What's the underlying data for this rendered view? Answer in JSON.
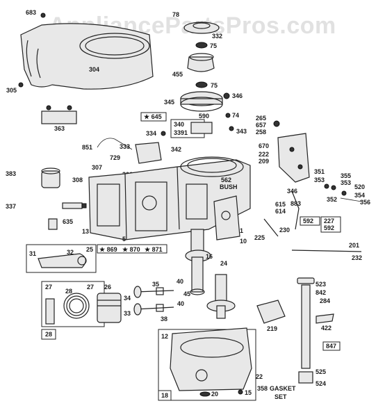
{
  "watermark": "AppliancePartsPros.com",
  "labels": {
    "l683": "683",
    "l78": "78",
    "l332": "332",
    "l75a": "75",
    "l304": "304",
    "l305": "305",
    "l455": "455",
    "l75b": "75",
    "l346": "346",
    "l345": "345",
    "l363": "363",
    "l645": "645",
    "l590": "590",
    "l74": "74",
    "l340": "340",
    "l3391": "3391",
    "l343": "343",
    "l265": "265",
    "l657": "657",
    "l258": "258",
    "l334": "334",
    "l851": "851",
    "l333": "333",
    "l729": "729",
    "l342": "342",
    "l670": "670",
    "l222": "222",
    "l209": "209",
    "l383": "383",
    "l307": "307",
    "l306": "306",
    "l308": "308",
    "l562": "562",
    "l bush": "BUSH",
    "l351": "351",
    "l353": "353",
    "l355": "355",
    "l353b": "353",
    "l520": "520",
    "l354": "354",
    "l346b": "346",
    "l352": "352",
    "l356": "356",
    "l883": "883",
    "l337": "337",
    "l615": "615",
    "l614": "614",
    "l635": "635",
    "l13": "13",
    "l5": "5",
    "l1": "1",
    "l10": "10",
    "l225": "225",
    "l230": "230",
    "l592": "592",
    "l227": "227",
    "l592b": "592",
    "l31": "31",
    "l32": "32",
    "l25": "25",
    "l869": "869",
    "l870": "870",
    "l871": "871",
    "l16": "16",
    "l24": "24",
    "l201": "201",
    "l232": "232",
    "l27": "27",
    "l28": "28",
    "l27b": "27",
    "l26": "26",
    "l35": "35",
    "l40": "40",
    "l34": "34",
    "l45": "45",
    "l523": "523",
    "l842": "842",
    "l284": "284",
    "l33": "33",
    "l38": "38",
    "l40b": "40",
    "l219": "219",
    "l422": "422",
    "l28b": "28",
    "l12": "12",
    "l847": "847",
    "l22": "22",
    "l525": "525",
    "l524": "524",
    "l18": "18",
    "l20": "20",
    "l15": "15",
    "l358": "358",
    "gasket": "GASKET",
    "set": "SET"
  }
}
